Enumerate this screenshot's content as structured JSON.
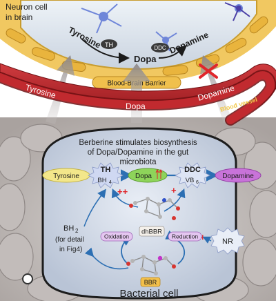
{
  "brain": {
    "region_label_line1": "Neuron cell",
    "region_label_line2": "in brain",
    "tyrosine": "Tyrosine",
    "dopa": "Dopa",
    "dopamine": "Dopamine",
    "th": "TH",
    "ddc": "DDC"
  },
  "barrier": {
    "label": "Blood-Brain Barrier"
  },
  "vessel": {
    "tyrosine": "Tyrosine",
    "dopa": "Dopa",
    "dopamine": "Dopamine",
    "label": "Blood vessel"
  },
  "bacteria": {
    "title_line1": "Berberine stimulates biosynthesis",
    "title_line2": "of Dopa/Dopamine in the gut",
    "title_line3": "microbiota",
    "tyrosine": "Tyrosine",
    "th": "TH",
    "bh4": "BH",
    "bh4_sub": "4",
    "dopa": "Dopa",
    "ddc": "DDC",
    "vb6": "VB",
    "vb6_sub": "6",
    "dopamine": "Dopamine",
    "plus_plus": "++",
    "plus_a": "+",
    "plus_b": "+",
    "dhbbr": "dhBBR",
    "oxidation": "Oxidation",
    "reduction": "Reduction",
    "nr": "NR",
    "bh2": "BH",
    "bh2_sub": "2",
    "bh2_note_line1": "(for detail",
    "bh2_note_line2": "in Fig4)",
    "bbr": "BBR",
    "cell_label": "Bacterial cell"
  },
  "colors": {
    "accent_red": "#e0262b",
    "vessel_red": "#b01d22",
    "barrier_gold": "#e8b23a",
    "dopa_green": "#8ed45a",
    "dopamine_purple": "#c873d9",
    "tyrosine_yellow": "#f3e78a"
  }
}
